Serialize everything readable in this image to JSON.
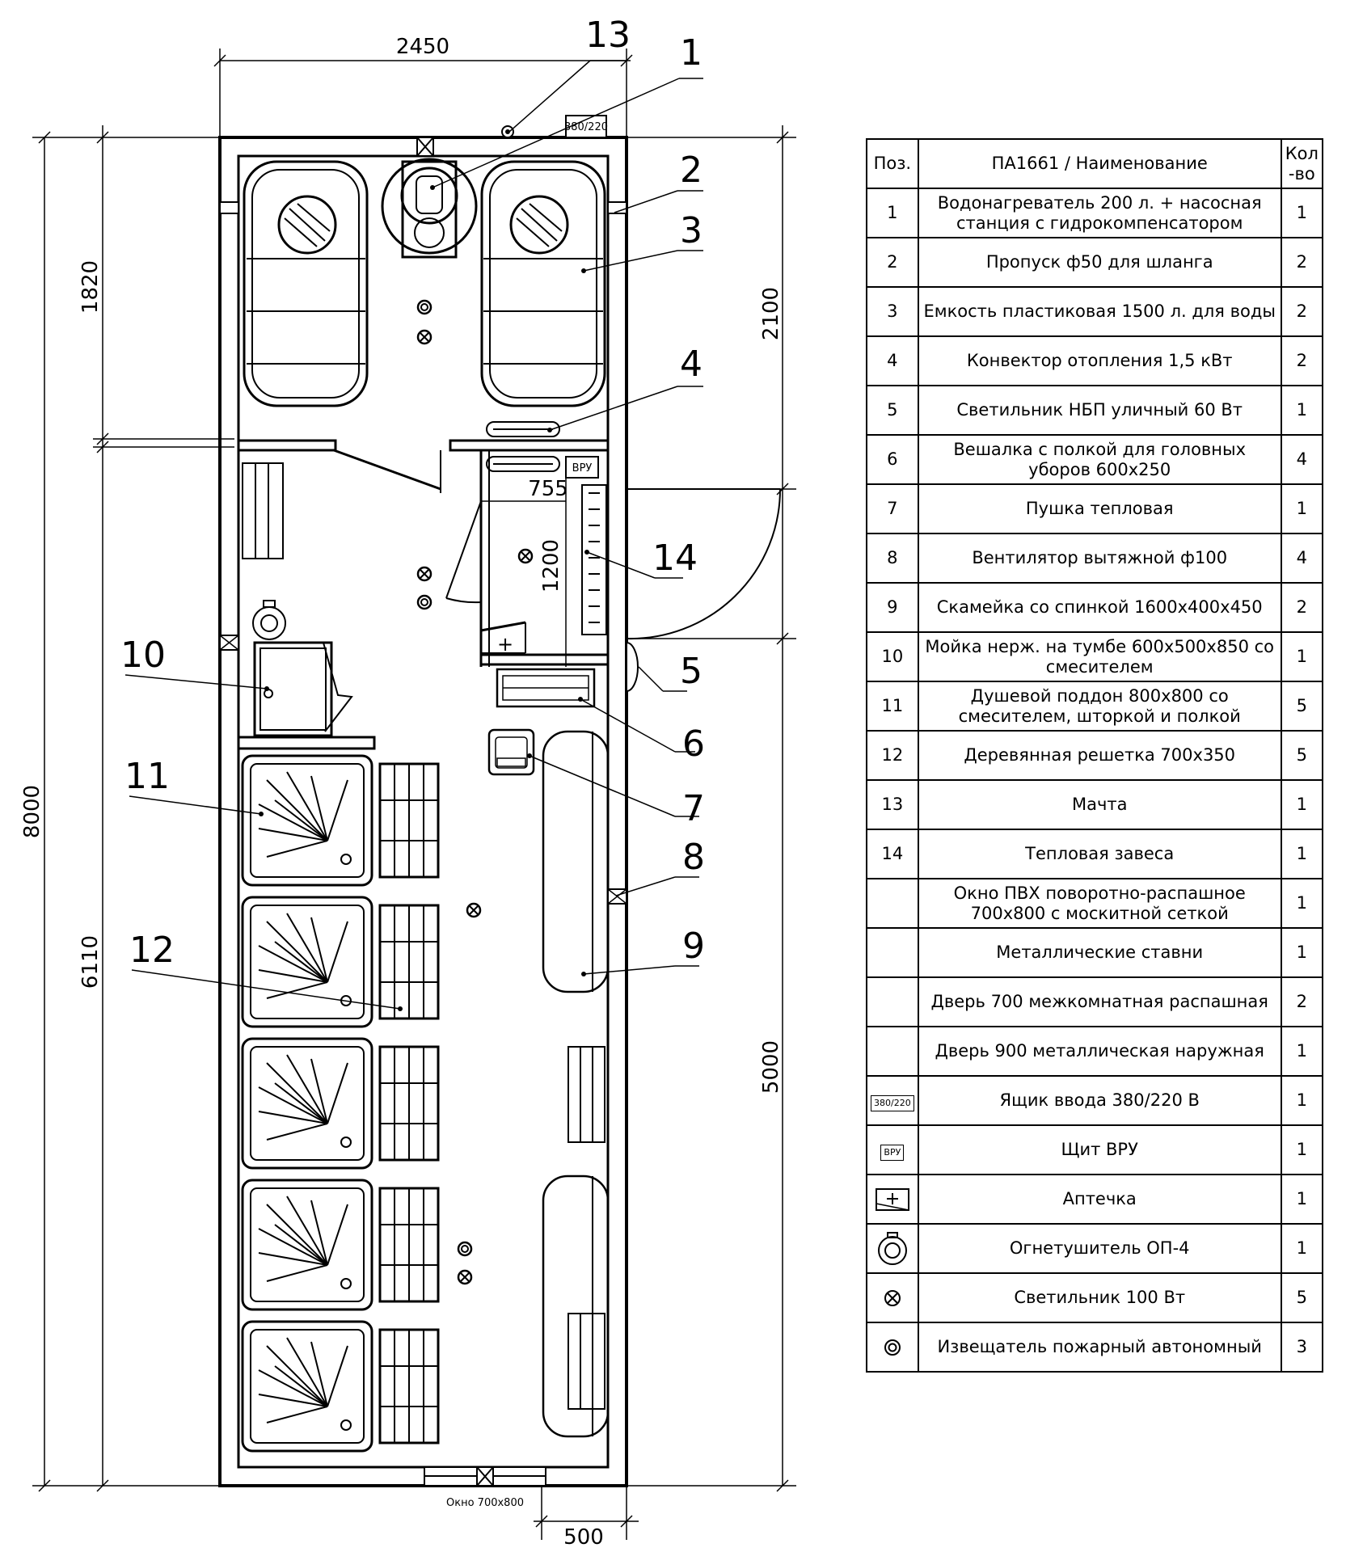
{
  "drawing": {
    "dims": {
      "top_width": "2450",
      "total_length": "8000",
      "left_upper": "1820",
      "left_lower": "6110",
      "right_upper": "2100",
      "right_lower": "5000",
      "bottom": "500",
      "vestibule_width": "755",
      "vestibule_depth": "1200"
    },
    "labels": {
      "box_380": "380/220",
      "box_vru": "ВРУ",
      "window_note": "Окно 700х800"
    },
    "callouts": [
      "1",
      "2",
      "3",
      "4",
      "5",
      "6",
      "7",
      "8",
      "9",
      "10",
      "11",
      "12",
      "13",
      "14"
    ]
  },
  "spec": {
    "headers": [
      "Поз.",
      "ПА1661 / Наименование",
      "Кол -во"
    ],
    "rows": [
      {
        "pos": "1",
        "name": "Водонагреватель 200 л. + насосная станция с гидрокомпенсатором",
        "qty": "1"
      },
      {
        "pos": "2",
        "name": "Пропуск ф50 для шланга",
        "qty": "2"
      },
      {
        "pos": "3",
        "name": "Емкость пластиковая 1500 л. для воды",
        "qty": "2"
      },
      {
        "pos": "4",
        "name": "Конвектор отопления 1,5 кВт",
        "qty": "2"
      },
      {
        "pos": "5",
        "name": "Светильник НБП уличный 60 Вт",
        "qty": "1"
      },
      {
        "pos": "6",
        "name": "Вешалка с полкой для головных уборов 600х250",
        "qty": "4"
      },
      {
        "pos": "7",
        "name": "Пушка тепловая",
        "qty": "1"
      },
      {
        "pos": "8",
        "name": "Вентилятор вытяжной ф100",
        "qty": "4"
      },
      {
        "pos": "9",
        "name": "Скамейка со спинкой 1600х400х450",
        "qty": "2"
      },
      {
        "pos": "10",
        "name": "Мойка нерж. на тумбе 600х500х850 со смесителем",
        "qty": "1"
      },
      {
        "pos": "11",
        "name": "Душевой поддон 800х800 со смесителем, шторкой и полкой",
        "qty": "5"
      },
      {
        "pos": "12",
        "name": "Деревянная решетка 700х350",
        "qty": "5"
      },
      {
        "pos": "13",
        "name": "Мачта",
        "qty": "1"
      },
      {
        "pos": "14",
        "name": "Тепловая завеса",
        "qty": "1"
      },
      {
        "pos": "",
        "name": "Окно ПВХ поворотно-распашное 700х800 с москитной сеткой",
        "qty": "1"
      },
      {
        "pos": "",
        "name": "Металлические ставни",
        "qty": "1"
      },
      {
        "pos": "",
        "name": "Дверь 700 межкомнатная распашная",
        "qty": "2"
      },
      {
        "pos": "",
        "name": "Дверь 900 металлическая наружная",
        "qty": "1"
      },
      {
        "pos": "",
        "sym": "380/220",
        "name": "Ящик ввода 380/220 В",
        "qty": "1"
      },
      {
        "pos": "",
        "sym": "ВРУ",
        "name": "Щит ВРУ",
        "qty": "1"
      },
      {
        "pos": "",
        "sym": "first-aid-icon",
        "name": "Аптечка",
        "qty": "1"
      },
      {
        "pos": "",
        "sym": "extinguisher-icon",
        "name": "Огнетушитель ОП-4",
        "qty": "1"
      },
      {
        "pos": "",
        "sym": "lamp-icon",
        "name": "Светильник 100 Вт",
        "qty": "5"
      },
      {
        "pos": "",
        "sym": "smoke-detector-icon",
        "name": "Извещатель пожарный автономный",
        "qty": "3"
      }
    ]
  }
}
